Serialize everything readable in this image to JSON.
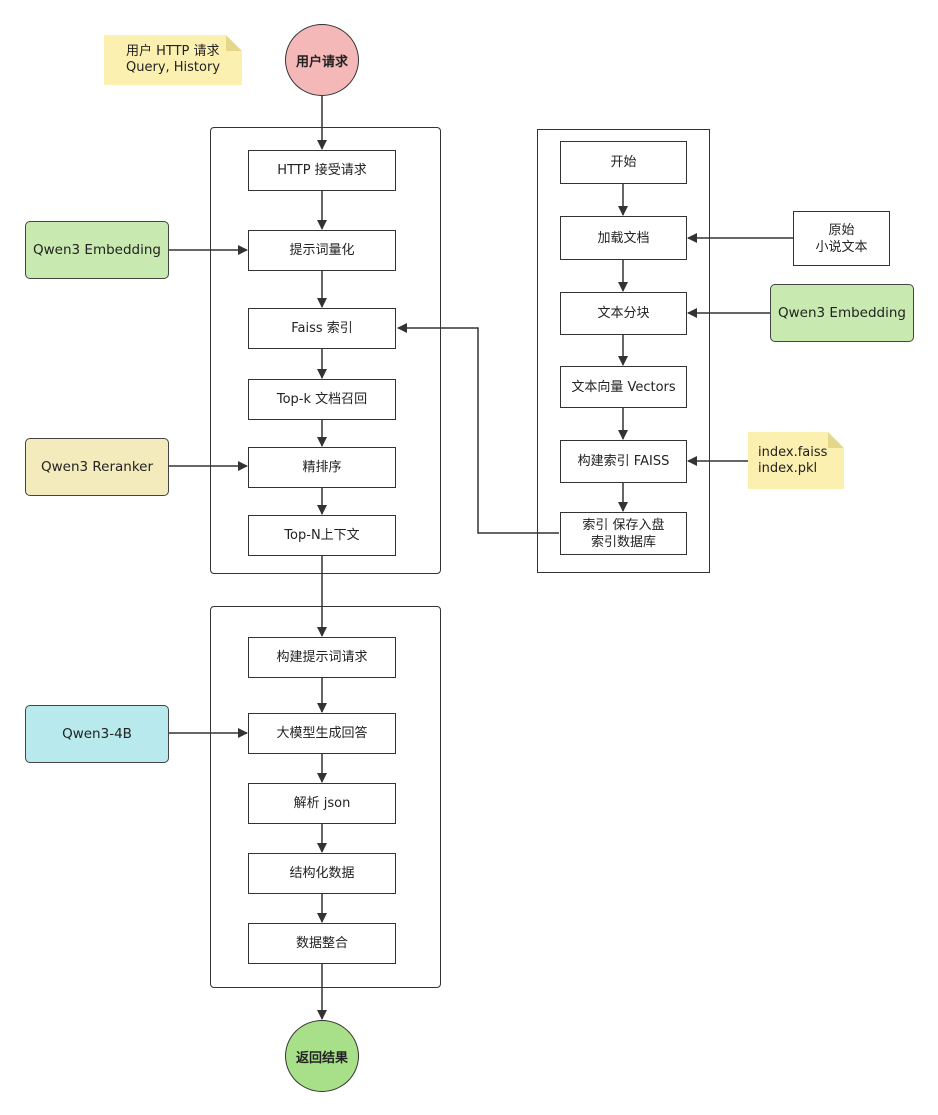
{
  "start": {
    "label": "用户请求",
    "color": "#f4b8b8"
  },
  "start_note": {
    "text": "用户 HTTP 请求\nQuery, History"
  },
  "end": {
    "label": "返回结果",
    "color": "#a8e08a"
  },
  "retrieval_steps": [
    "HTTP 接受请求",
    "提示词量化",
    "Faiss 索引",
    "Top-k 文档召回",
    "精排序",
    "Top-N上下文"
  ],
  "generation_steps": [
    "构建提示词请求",
    "大模型生成回答",
    "解析 json",
    "结构化数据",
    "数据整合"
  ],
  "index_steps": [
    "开始",
    "加载文档",
    "文本分块",
    "文本向量 Vectors",
    "构建索引 FAISS",
    "索引 保存入盘\n索引数据库"
  ],
  "models": {
    "embedding_left": {
      "label": "Qwen3 Embedding",
      "color": "#c8eab0"
    },
    "reranker": {
      "label": "Qwen3 Reranker",
      "color": "#f4ebbd"
    },
    "llm": {
      "label": "Qwen3-4B",
      "color": "#b8e9ec"
    },
    "embedding_right": {
      "label": "Qwen3 Embedding",
      "color": "#c8eab0"
    }
  },
  "source_doc": {
    "text": "原始\n小说文本"
  },
  "index_note": {
    "text": "index.faiss\nindex.pkl"
  }
}
